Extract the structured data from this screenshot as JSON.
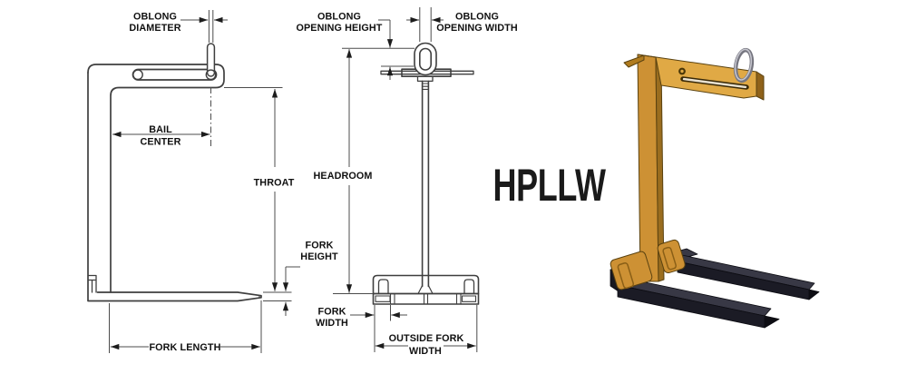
{
  "title": "HPLLW pallet lifter dimension diagram",
  "side_view": {
    "labels": {
      "oblong_diameter": [
        "OBLONG",
        "DIAMETER"
      ],
      "bail_center": [
        "BAIL",
        "CENTER"
      ],
      "throat": "THROAT",
      "fork_height": [
        "FORK",
        "HEIGHT"
      ],
      "fork_length": "FORK LENGTH"
    }
  },
  "front_view": {
    "labels": {
      "oblong_opening_height": [
        "OBLONG",
        "OPENING HEIGHT"
      ],
      "oblong_opening_width": [
        "OBLONG",
        "OPENING WIDTH"
      ],
      "headroom": "HEADROOM",
      "fork_width": [
        "FORK",
        "WIDTH"
      ],
      "outside_fork_width": [
        "OUTSIDE FORK",
        "WIDTH"
      ]
    }
  },
  "product": {
    "model": "HPLLW",
    "colors": {
      "frame_gold": "#CD9134",
      "frame_gold_light": "#E0A945",
      "frame_gold_dark": "#9A6D1F",
      "fork_black": "#1B1B25",
      "fork_black_top": "#383845",
      "ring_gray": "#75757F",
      "drawing_line": "#3F3F3F"
    }
  }
}
